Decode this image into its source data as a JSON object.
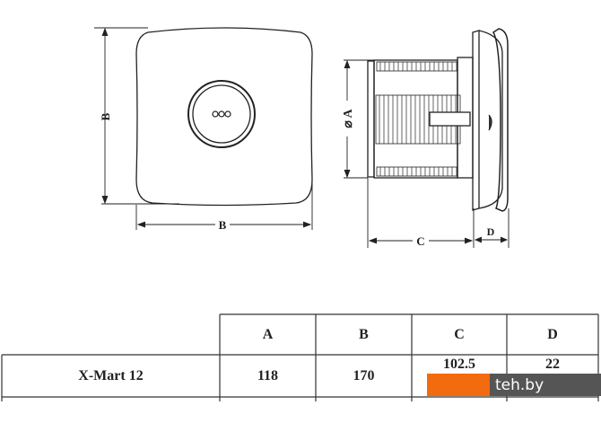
{
  "drawing": {
    "front_dim_vertical": "B",
    "front_dim_horizontal": "B",
    "side_dim_diameter": "⌀ A",
    "side_dim_depth": "C",
    "side_dim_cover": "D",
    "button_icon": "three-circles-icon"
  },
  "table": {
    "headers": [
      "A",
      "B",
      "C",
      "D"
    ],
    "rows": [
      {
        "model": "X-Mart 12",
        "values": [
          "118",
          "170",
          "102.5",
          "22"
        ]
      }
    ]
  },
  "watermark": {
    "text": "teh.by",
    "colors": {
      "orange": "#f26b0f",
      "gray": "#555555"
    }
  }
}
